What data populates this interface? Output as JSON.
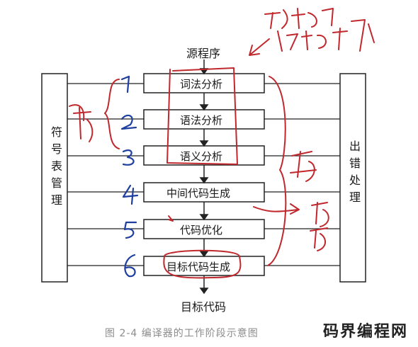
{
  "diagram": {
    "source_label": "源程序",
    "output_label": "目标代码",
    "left_box_label": "符号表管理",
    "right_box_label": "出错处理",
    "phases": [
      "词法分析",
      "语法分析",
      "语义分析",
      "中间代码生成",
      "代码优化",
      "目标代码生成"
    ]
  },
  "annotations": {
    "phase_numbers": [
      "1",
      "2",
      "3",
      "4",
      "5",
      "6"
    ],
    "ink_color": "#c0282d",
    "number_color": "#1f3fa0"
  },
  "caption": "图 2-4    编译器的工作阶段示意图",
  "watermark": "码界编程网"
}
